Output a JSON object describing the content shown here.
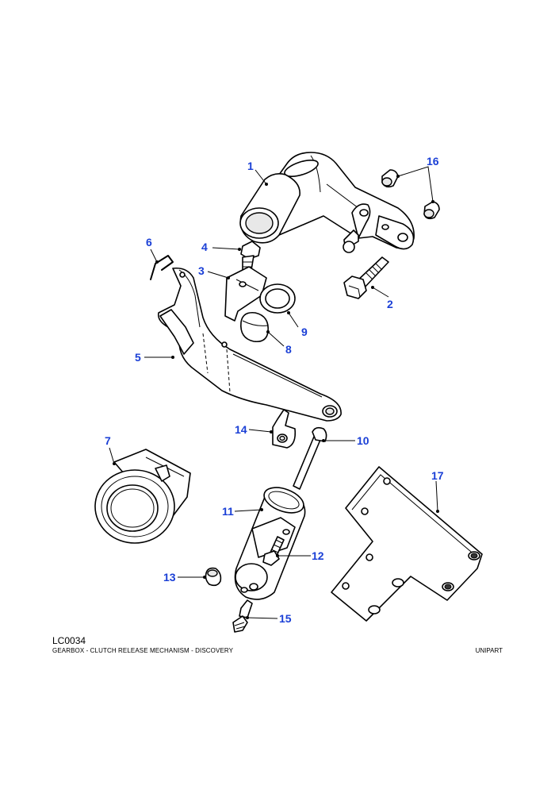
{
  "diagram": {
    "code": "LC0034",
    "description": "GEARBOX - CLUTCH RELEASE MECHANISM - DISCOVERY",
    "brand": "UNIPART",
    "callouts": [
      "1",
      "2",
      "3",
      "4",
      "5",
      "6",
      "7",
      "8",
      "9",
      "10",
      "11",
      "12",
      "13",
      "14",
      "15",
      "16",
      "17"
    ]
  },
  "colors": {
    "callout": "#1a3fd6",
    "line": "#000000",
    "background": "#ffffff"
  }
}
